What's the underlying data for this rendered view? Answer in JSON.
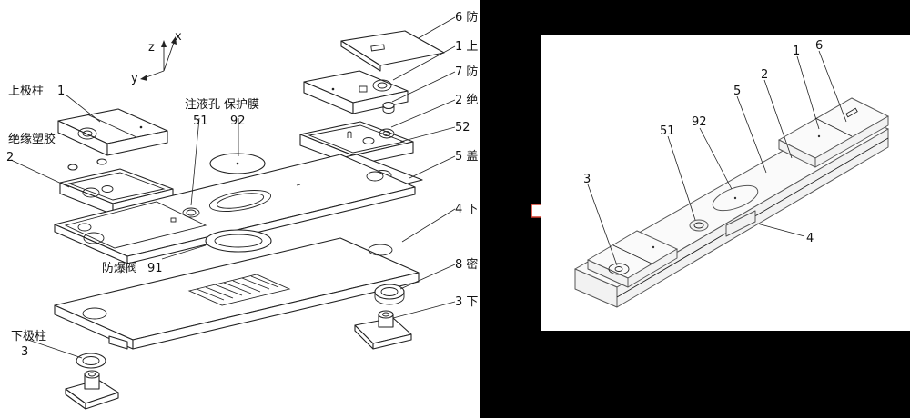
{
  "axes": {
    "z": "z",
    "x": "x",
    "y": "y"
  },
  "left_labels": {
    "top_pole_cn": "上极柱",
    "top_pole_num": "1",
    "insulation_cn": "绝缘塑胶",
    "insulation_num": "2",
    "injection_hole_cn": "注液孔",
    "injection_hole_num": "51",
    "protect_film_cn": "保护膜",
    "protect_film_num": "92",
    "explosion_valve_cn": "防爆阀",
    "explosion_valve_num": "91",
    "bottom_pole_cn": "下极柱",
    "bottom_pole_num": "3",
    "r6": "6 防",
    "r1": "1 上",
    "r7": "7 防",
    "r2": "2 绝",
    "r52": "52",
    "r5": "5 盖",
    "r4": "4 下",
    "r8": "8 密",
    "r3": "3 下"
  },
  "right_labels": {
    "n1": "1",
    "n6": "6",
    "n2": "2",
    "n5": "5",
    "n92": "92",
    "n51": "51",
    "n3": "3",
    "n4": "4"
  },
  "colors": {
    "background": "#000000",
    "panel": "#ffffff",
    "arrow_stroke": "#d23a2a",
    "line": "#222222"
  }
}
